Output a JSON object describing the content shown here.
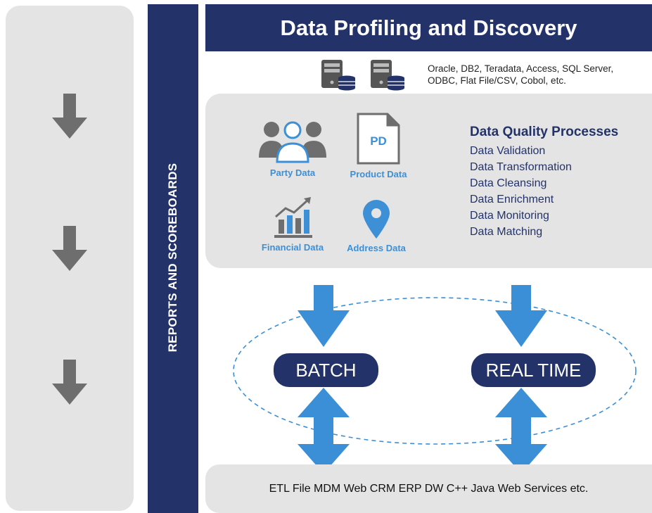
{
  "header": {
    "title": "Data Profiling and Discovery"
  },
  "sidebar": {
    "title": "REPORTS AND SCOREBOARDS"
  },
  "sources": {
    "line1": "Oracle, DB2, Teradata, Access, SQL Server,",
    "line2": "ODBC, Flat File/CSV, Cobol, etc."
  },
  "categories": {
    "party": "Party Data",
    "product": "Product Data",
    "product_icon_text": "PD",
    "financial": "Financial Data",
    "address": "Address Data"
  },
  "processes": {
    "title": "Data Quality Processes",
    "items": [
      "Data Validation",
      "Data Transformation",
      "Data Cleansing",
      "Data Enrichment",
      "Data Monitoring",
      "Data Matching"
    ]
  },
  "modes": {
    "batch": "BATCH",
    "realtime": "REAL TIME"
  },
  "footer": {
    "text": "ETL File MDM Web CRM ERP DW C++ Java Web Services etc."
  },
  "colors": {
    "navy": "#23336a",
    "blue": "#3d8fd6",
    "arrow_blue": "#3a8fd7",
    "gray_panel": "#e4e4e4",
    "gray_arrow": "#6e6e6e"
  }
}
